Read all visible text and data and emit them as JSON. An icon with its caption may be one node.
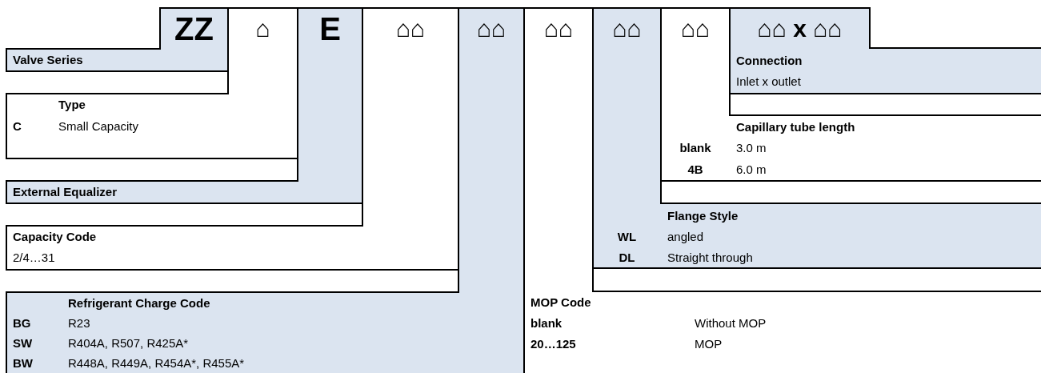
{
  "diagram": {
    "nodes": [
      {
        "text": [
          "ZZ",
          "Valve Series"
        ]
      },
      {
        "text": [
          "⌂",
          "Type",
          "C",
          "Small Capacity"
        ]
      },
      {
        "text": [
          "E",
          "External Equalizer"
        ]
      },
      {
        "text": [
          "⌂⌂",
          "Capacity Code",
          "2/4…31"
        ]
      },
      {
        "text": [
          "⌂⌂",
          "Refrigerant Charge Code",
          "BG",
          "R23",
          "SW",
          "R404A, R507, R425A*",
          "BW",
          "R448A, R449A, R454A*, R455A*"
        ]
      },
      {
        "text": [
          "⌂⌂",
          "MOP Code",
          "blank",
          "Without MOP",
          "20…125",
          "MOP"
        ]
      },
      {
        "text": [
          "⌂⌂",
          "Flange Style",
          "WL",
          "angled",
          "DL",
          "Straight through"
        ]
      },
      {
        "text": [
          "⌂⌂",
          "Capillary tube length",
          "blank",
          "3.0 m",
          "4B",
          "6.0 m"
        ]
      },
      {
        "text": [
          "⌂⌂ **x** ⌂⌂",
          "Connection",
          "Inlet x outlet"
        ]
      }
    ]
  }
}
